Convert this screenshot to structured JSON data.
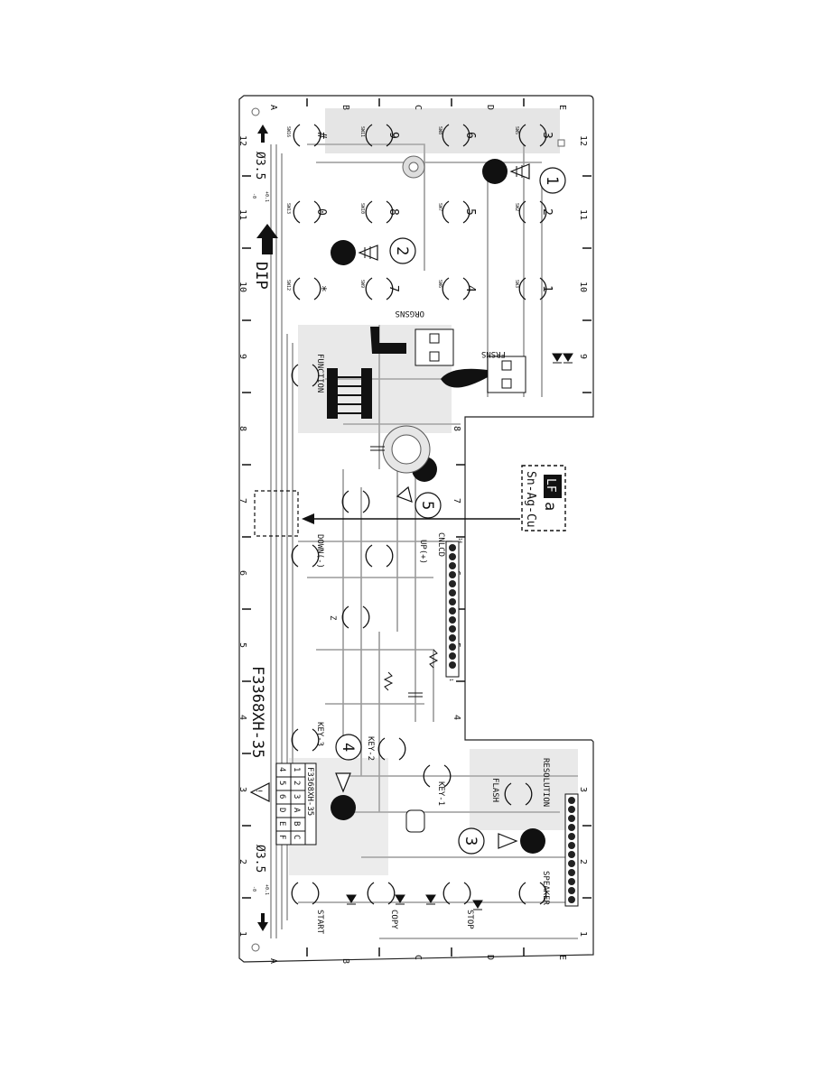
{
  "board": {
    "part_number": "F3368XH-35",
    "table_title": "F3368XH-35",
    "table_rows": [
      [
        "1",
        "2",
        "3",
        "A",
        "B",
        "C"
      ],
      [
        "4",
        "5",
        "6",
        "D",
        "E",
        "F"
      ]
    ],
    "hole_top": "Ø3.5",
    "hole_bottom": "Ø3.5",
    "tol_plus": "+0.1",
    "tol_minus": "-0",
    "dip": "DIP",
    "warning_mark": "!",
    "lf_box": {
      "logo": "LF",
      "suffix": "a",
      "text": "Sn-Ag-Cu"
    }
  },
  "grid": {
    "letters": [
      "A",
      "B",
      "C",
      "D",
      "E"
    ],
    "numbers": [
      "12",
      "11",
      "10",
      "9",
      "8",
      "7",
      "6",
      "5",
      "4",
      "3",
      "2",
      "1"
    ]
  },
  "labels": {
    "function": "FUNCTION",
    "orgsns": "ORGSNS",
    "frsns": "FRSNS",
    "down": "DOWN(-)",
    "up": "UP(+)",
    "z": "Z",
    "key3": "KEY-3",
    "key2": "KEY-2",
    "key1": "KEY-1",
    "flash": "FLASH",
    "resolution": "RESOLUTION",
    "speaker": "SPEAKER",
    "start": "START",
    "copy": "COPY",
    "stop": "STOP",
    "cnlcd": "CNLCD"
  },
  "keys": [
    {
      "id": "hash",
      "label": "#",
      "sw": "SW16"
    },
    {
      "id": "k9",
      "label": "9",
      "sw": "SW11"
    },
    {
      "id": "k6",
      "label": "6",
      "sw": "SW8"
    },
    {
      "id": "k3",
      "label": "3",
      "sw": "SW5"
    },
    {
      "id": "k0",
      "label": "0",
      "sw": "SW13"
    },
    {
      "id": "k8",
      "label": "8",
      "sw": "SW10"
    },
    {
      "id": "k5",
      "label": "5",
      "sw": "SW7"
    },
    {
      "id": "k2",
      "label": "2",
      "sw": "SW2"
    },
    {
      "id": "star",
      "label": "*",
      "sw": "SW12"
    },
    {
      "id": "k7",
      "label": "7",
      "sw": "SW9"
    },
    {
      "id": "k4",
      "label": "4",
      "sw": "SW6"
    },
    {
      "id": "k1",
      "label": "1",
      "sw": "SW3"
    }
  ],
  "screws": [
    "1",
    "2",
    "3",
    "4",
    "5"
  ],
  "connector_pins": {
    "cnlcd_top": "14",
    "cnlcd_bottom": "1"
  }
}
